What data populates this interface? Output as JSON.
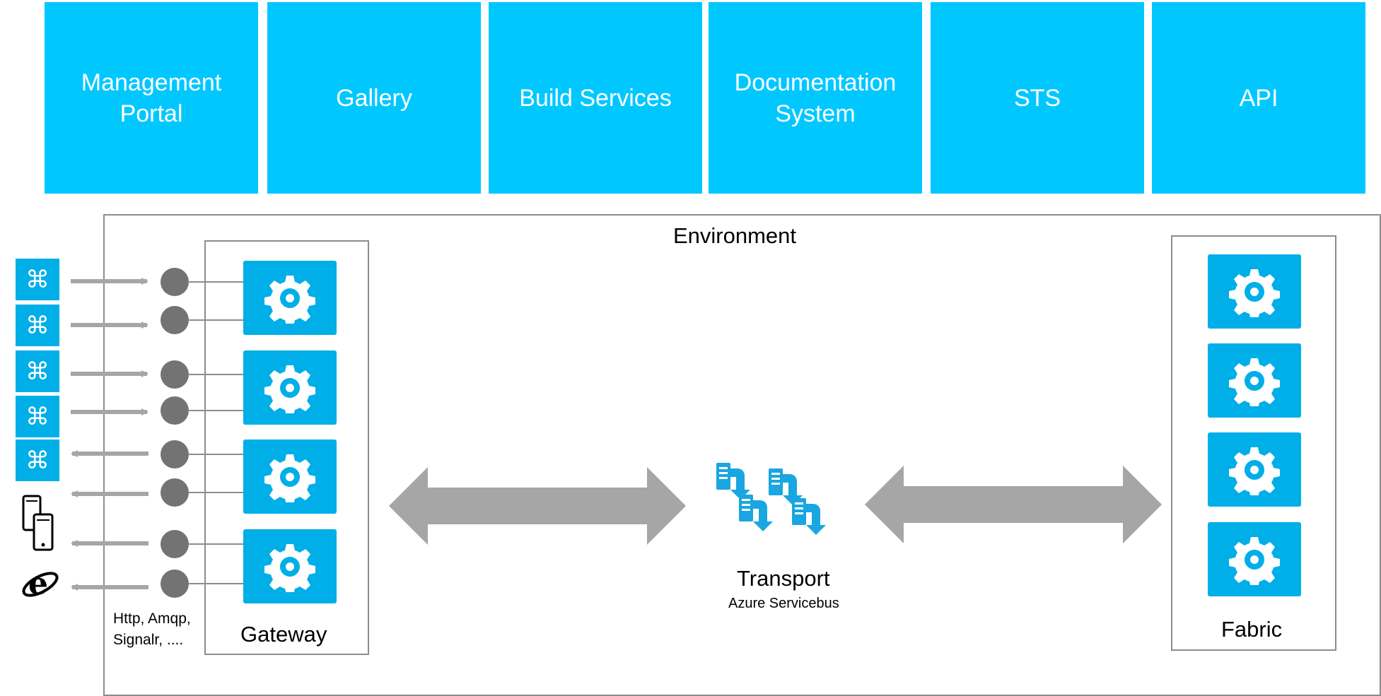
{
  "top_tiles": [
    {
      "label": "Management\nPortal"
    },
    {
      "label": "Gallery"
    },
    {
      "label": "Build Services"
    },
    {
      "label": "Documentation\nSystem"
    },
    {
      "label": "STS"
    },
    {
      "label": "API"
    }
  ],
  "environment": {
    "title": "Environment"
  },
  "gateway": {
    "title": "Gateway",
    "protocols": "Http, Amqp,\nSignalr, ...."
  },
  "transport": {
    "title": "Transport",
    "subtitle": "Azure Servicebus"
  },
  "fabric": {
    "title": "Fabric"
  },
  "clients": {
    "command_symbol": "⌘",
    "ie_letter": "e"
  },
  "colors": {
    "tile": "#00c8ff",
    "service": "#00aee8",
    "arrow": "#a6a6a6",
    "dot": "#737373"
  }
}
